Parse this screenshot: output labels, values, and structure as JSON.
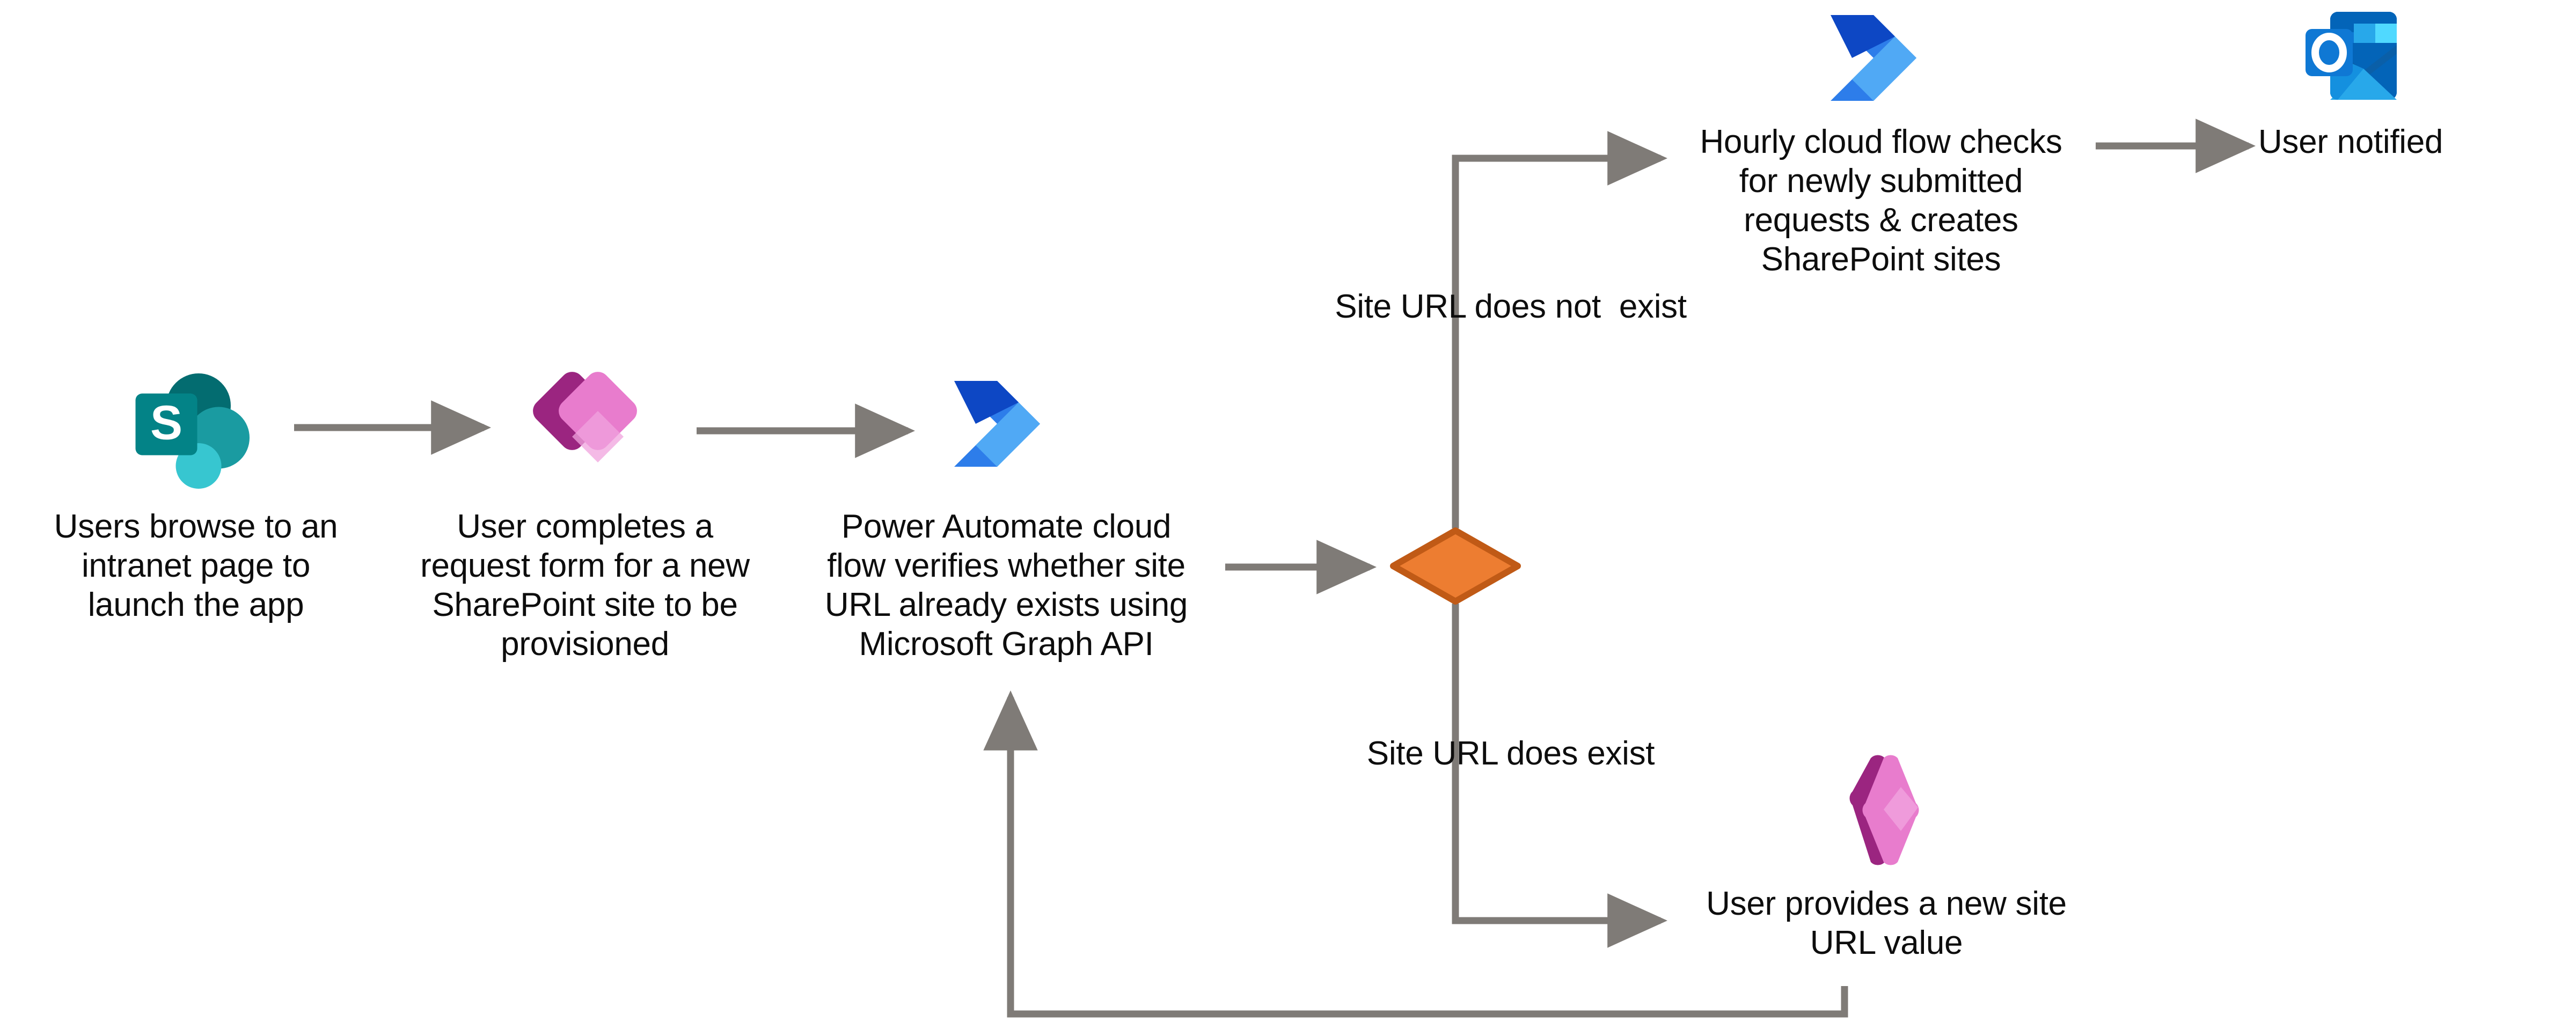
{
  "diagram": {
    "title": "SharePoint site provisioning flow",
    "background_color": "#ffffff",
    "text_color": "#0d0d0d",
    "connector_color": "#7f7b77",
    "decision_fill": "#ed7d31",
    "decision_stroke": "#c05a16"
  },
  "nodes": [
    {
      "id": "node-intranet",
      "icon": "sharepoint-icon",
      "label": "Users browse to an\nintranet page to\nlaunch the app"
    },
    {
      "id": "node-request-form",
      "icon": "power-apps-icon",
      "label": "User completes a\nrequest form for a new\nSharePoint site to be\nprovisioned"
    },
    {
      "id": "node-verify-url",
      "icon": "power-automate-icon",
      "label": "Power Automate cloud\nflow verifies whether site\nURL already exists using\nMicrosoft Graph API"
    },
    {
      "id": "node-decision",
      "icon": "decision-diamond-icon",
      "label": ""
    },
    {
      "id": "node-hourly-flow",
      "icon": "power-automate-icon",
      "label": "Hourly cloud flow checks\nfor newly submitted\nrequests & creates\nSharePoint sites"
    },
    {
      "id": "node-user-notified",
      "icon": "outlook-icon",
      "label": "User notified"
    },
    {
      "id": "node-new-url",
      "icon": "power-apps-icon",
      "label": "User provides a new site\nURL value"
    }
  ],
  "edge_labels": [
    {
      "id": "edge-label-not-exist",
      "text": "Site URL does not  exist"
    },
    {
      "id": "edge-label-does-exist",
      "text": "Site URL does exist"
    }
  ],
  "icon_colors": {
    "sharepoint_dark": "#036c70",
    "sharepoint_mid": "#1a9ba1",
    "sharepoint_light": "#37c6d0",
    "sharepoint_tile": "#038387",
    "powerapps_dark": "#9b2580",
    "powerapps_mid": "#e87ccd",
    "powerapps_light": "#f0a3de",
    "powerautomate_dark": "#0d47c4",
    "powerautomate_mid": "#2d7dea",
    "powerautomate_light": "#50a9f5",
    "outlook_dark": "#0364b8",
    "outlook_mid": "#0f78d4",
    "outlook_light": "#28a8ea",
    "outlook_pale": "#50d9ff"
  }
}
